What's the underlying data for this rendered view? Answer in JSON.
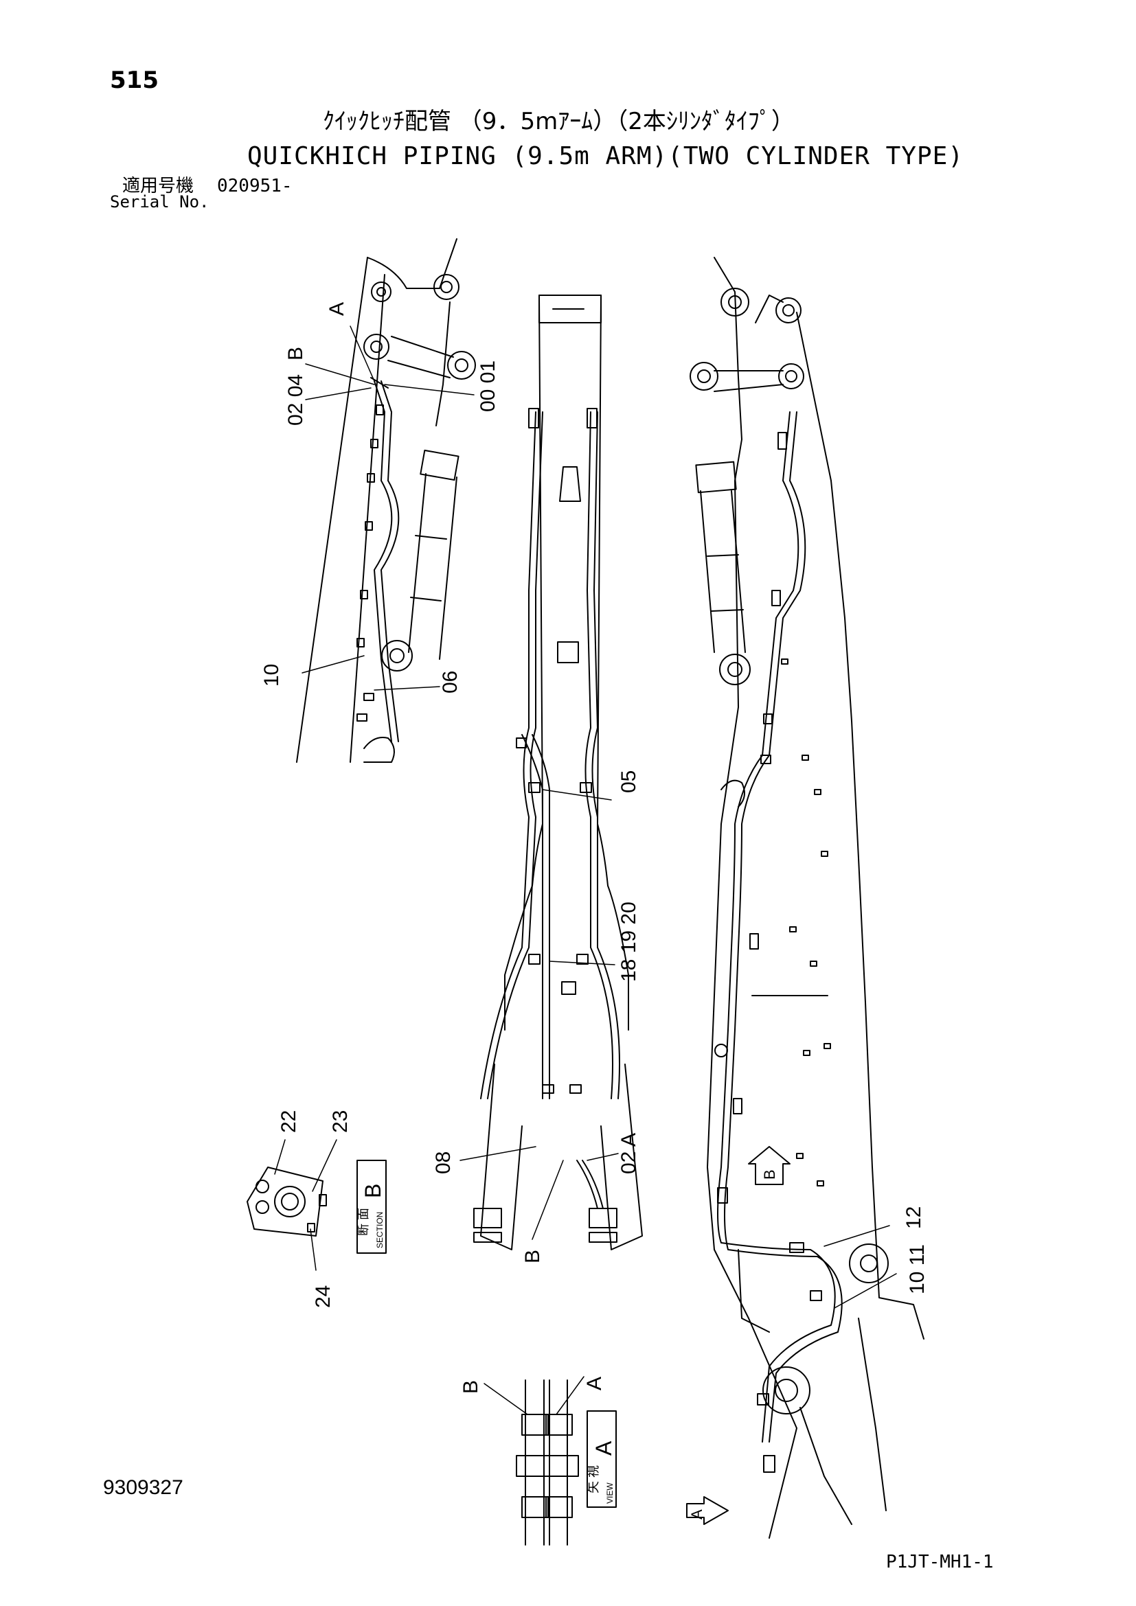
{
  "header": {
    "page_number": "515",
    "title_jp": "ｸｲｯｸﾋｯﾁ配管 （9．5mｱｰﾑ）（2本ｼﾘﾝﾀﾞﾀｲﾌﾟ）",
    "title_en": "QUICKHICH PIPING (9.5m ARM)(TWO CYLINDER TYPE)",
    "serial_label_jp": "適用号機",
    "serial_number": "020951-",
    "serial_label_en": "Serial No."
  },
  "footer": {
    "document_number": "9309327",
    "page_code": "P1JT-MH1-1"
  },
  "callouts": {
    "a_top": "A",
    "b_top": "B",
    "p0204": "02 04",
    "p0001": "00 01",
    "p10": "10",
    "p06": "06",
    "p05": "05",
    "p181920": "18 19 20",
    "p08": "08",
    "p02a": "02 A",
    "b_mid": "B",
    "p22": "22",
    "p23": "23",
    "p24": "24",
    "p12": "12",
    "p1011": "10 11",
    "b_view": "B",
    "a_view": "A"
  },
  "boxes": {
    "section_letter": "B",
    "section_jp": "断 面",
    "section_en": "SECTION",
    "view_letter": "A",
    "view_jp": "矢 視",
    "view_en": "VIEW",
    "arrow_b": "B",
    "arrow_a": "A"
  }
}
